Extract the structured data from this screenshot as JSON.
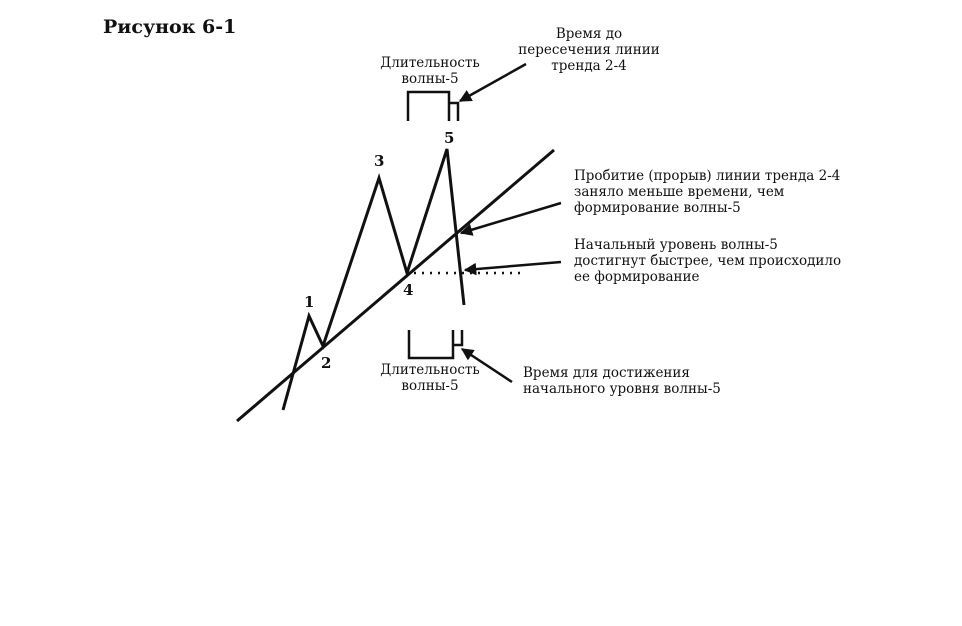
{
  "figure": {
    "title": "Рисунок 6-1",
    "wave_labels": [
      "1",
      "2",
      "3",
      "4",
      "5"
    ],
    "top_bracket": {
      "line1": "Длительность",
      "line2": "волны-5"
    },
    "bottom_bracket": {
      "line1": "Длительность",
      "line2": "волны-5"
    },
    "time_to_cross": {
      "line1": "Время до",
      "line2": "пересечения линии",
      "line3": "тренда 2-4"
    },
    "breakout_note": {
      "line1": "Пробитие (прорыв) линии тренда 2-4",
      "line2": "заняло меньше времени, чем",
      "line3": "формирование волны-5"
    },
    "start_level_note": {
      "line1": "Начальный уровень волны-5",
      "line2": "достигнут быстрее, чем происходило",
      "line3": "ее формирование"
    },
    "time_to_start_level": {
      "line1": "Время для достижения",
      "line2": "начального уровня волны-5"
    },
    "ink_color": "#111111"
  }
}
